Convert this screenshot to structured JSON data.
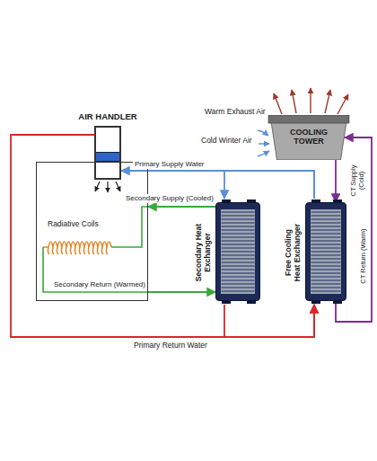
{
  "diagram": {
    "nodes": [
      {
        "text": [
          "AIR HANDLER"
        ]
      },
      {
        "text": [
          "Radiative Coils"
        ]
      },
      {
        "text": [
          "Secondary Heat Exchanger"
        ]
      },
      {
        "text": [
          "Free Cooling Heat Exchanger"
        ]
      },
      {
        "text": [
          "COOLING TOWER"
        ]
      }
    ],
    "edges": [
      {
        "from": 2,
        "to": 1,
        "label": "Secondary Supply (Cooled)",
        "arrow": "to"
      },
      {
        "from": 1,
        "to": 2,
        "label": "Secondary Return (Warmed)",
        "arrow": "to"
      },
      {
        "from": 3,
        "to": 0,
        "label": "Primary Supply Water",
        "arrow": "to"
      },
      {
        "from": 3,
        "to": 2,
        "arrow": "to"
      },
      {
        "from": 0,
        "to": 3,
        "label": "Primary Return Water",
        "arrow": "to"
      },
      {
        "from": 2,
        "to": 3,
        "arrow": "to"
      },
      {
        "from": 4,
        "to": 3,
        "label": "CT Supply (Cold)",
        "arrow": "to"
      },
      {
        "from": 3,
        "to": 4,
        "label": "CT Return (Warm)",
        "arrow": "to"
      }
    ],
    "labels": [
      "Warm Exhaust Air",
      "Cold Winter Air"
    ]
  }
}
